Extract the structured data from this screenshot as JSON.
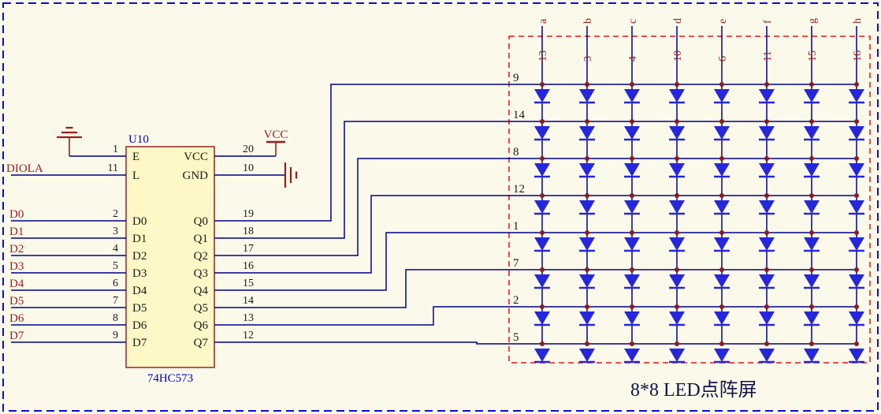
{
  "colors": {
    "background": "#FBFAEA",
    "outer_border": "#0B0BD9",
    "matrix_box": "#F53131",
    "wire": "#00008B",
    "chip_fill": "#FEF8C6",
    "chip_border": "#A03030",
    "pin_text": "#1A1A1A",
    "designator": "#0000C8",
    "net_label": "#9B1B1B",
    "led": "#2626DD",
    "junction": "#8B1C1C",
    "title": "#131347"
  },
  "chip": {
    "designator": "U10",
    "part_number": "74HC573",
    "left_pins": [
      {
        "name": "E",
        "number": "1"
      },
      {
        "name": "L",
        "number": "11"
      },
      {
        "name": "D0",
        "number": "2"
      },
      {
        "name": "D1",
        "number": "3"
      },
      {
        "name": "D2",
        "number": "4"
      },
      {
        "name": "D3",
        "number": "5"
      },
      {
        "name": "D4",
        "number": "6"
      },
      {
        "name": "D5",
        "number": "7"
      },
      {
        "name": "D6",
        "number": "8"
      },
      {
        "name": "D7",
        "number": "9"
      }
    ],
    "right_pins": [
      {
        "name": "VCC",
        "number": "20"
      },
      {
        "name": "GND",
        "number": "10"
      },
      {
        "name": "Q0",
        "number": "19"
      },
      {
        "name": "Q1",
        "number": "18"
      },
      {
        "name": "Q2",
        "number": "17"
      },
      {
        "name": "Q3",
        "number": "16"
      },
      {
        "name": "Q4",
        "number": "15"
      },
      {
        "name": "Q5",
        "number": "14"
      },
      {
        "name": "Q6",
        "number": "13"
      },
      {
        "name": "Q7",
        "number": "12"
      }
    ]
  },
  "net_labels": {
    "control": "DIOLA",
    "power": "VCC",
    "data_bus": [
      "D0",
      "D1",
      "D2",
      "D3",
      "D4",
      "D5",
      "D6",
      "D7"
    ]
  },
  "matrix": {
    "title": "8*8 LED点阵屏",
    "rows": 8,
    "cols": 8,
    "column_letters": [
      "a",
      "b",
      "c",
      "d",
      "e",
      "f",
      "g",
      "h"
    ],
    "column_pins": [
      "13",
      "3",
      "4",
      "10",
      "6",
      "11",
      "15",
      "16"
    ],
    "row_pins": [
      "9",
      "14",
      "8",
      "12",
      "1",
      "7",
      "2",
      "5"
    ]
  }
}
